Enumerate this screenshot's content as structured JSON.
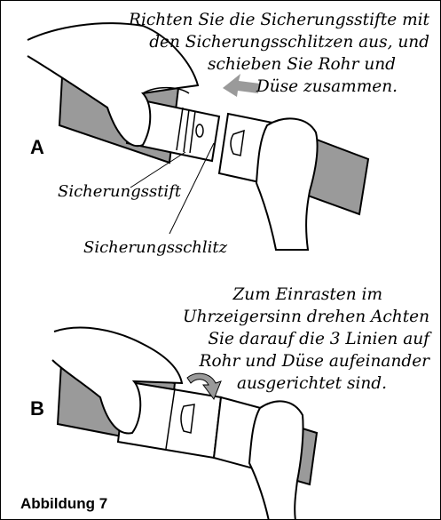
{
  "figure": {
    "label": "Abbildung 7",
    "colors": {
      "gray": "#9a9a9a",
      "line": "#000000",
      "paper": "#ffffff"
    }
  },
  "panel_a": {
    "letter": "A",
    "instruction_lines": [
      "Richten Sie die Sicherungsstifte mit",
      "den Sicherungsschlitzen aus, und",
      "schieben Sie Rohr und",
      "Düse zusammen."
    ],
    "callout_pin": "Sicherungsstift",
    "callout_slot": "Sicherungsschlitz"
  },
  "panel_b": {
    "letter": "B",
    "instruction_lines": [
      "Zum Einrasten im",
      "Uhrzeigersinn drehen Achten",
      "Sie darauf die 3 Linien auf",
      "Rohr und Düse aufeinander",
      "ausgerichtet sind."
    ]
  }
}
